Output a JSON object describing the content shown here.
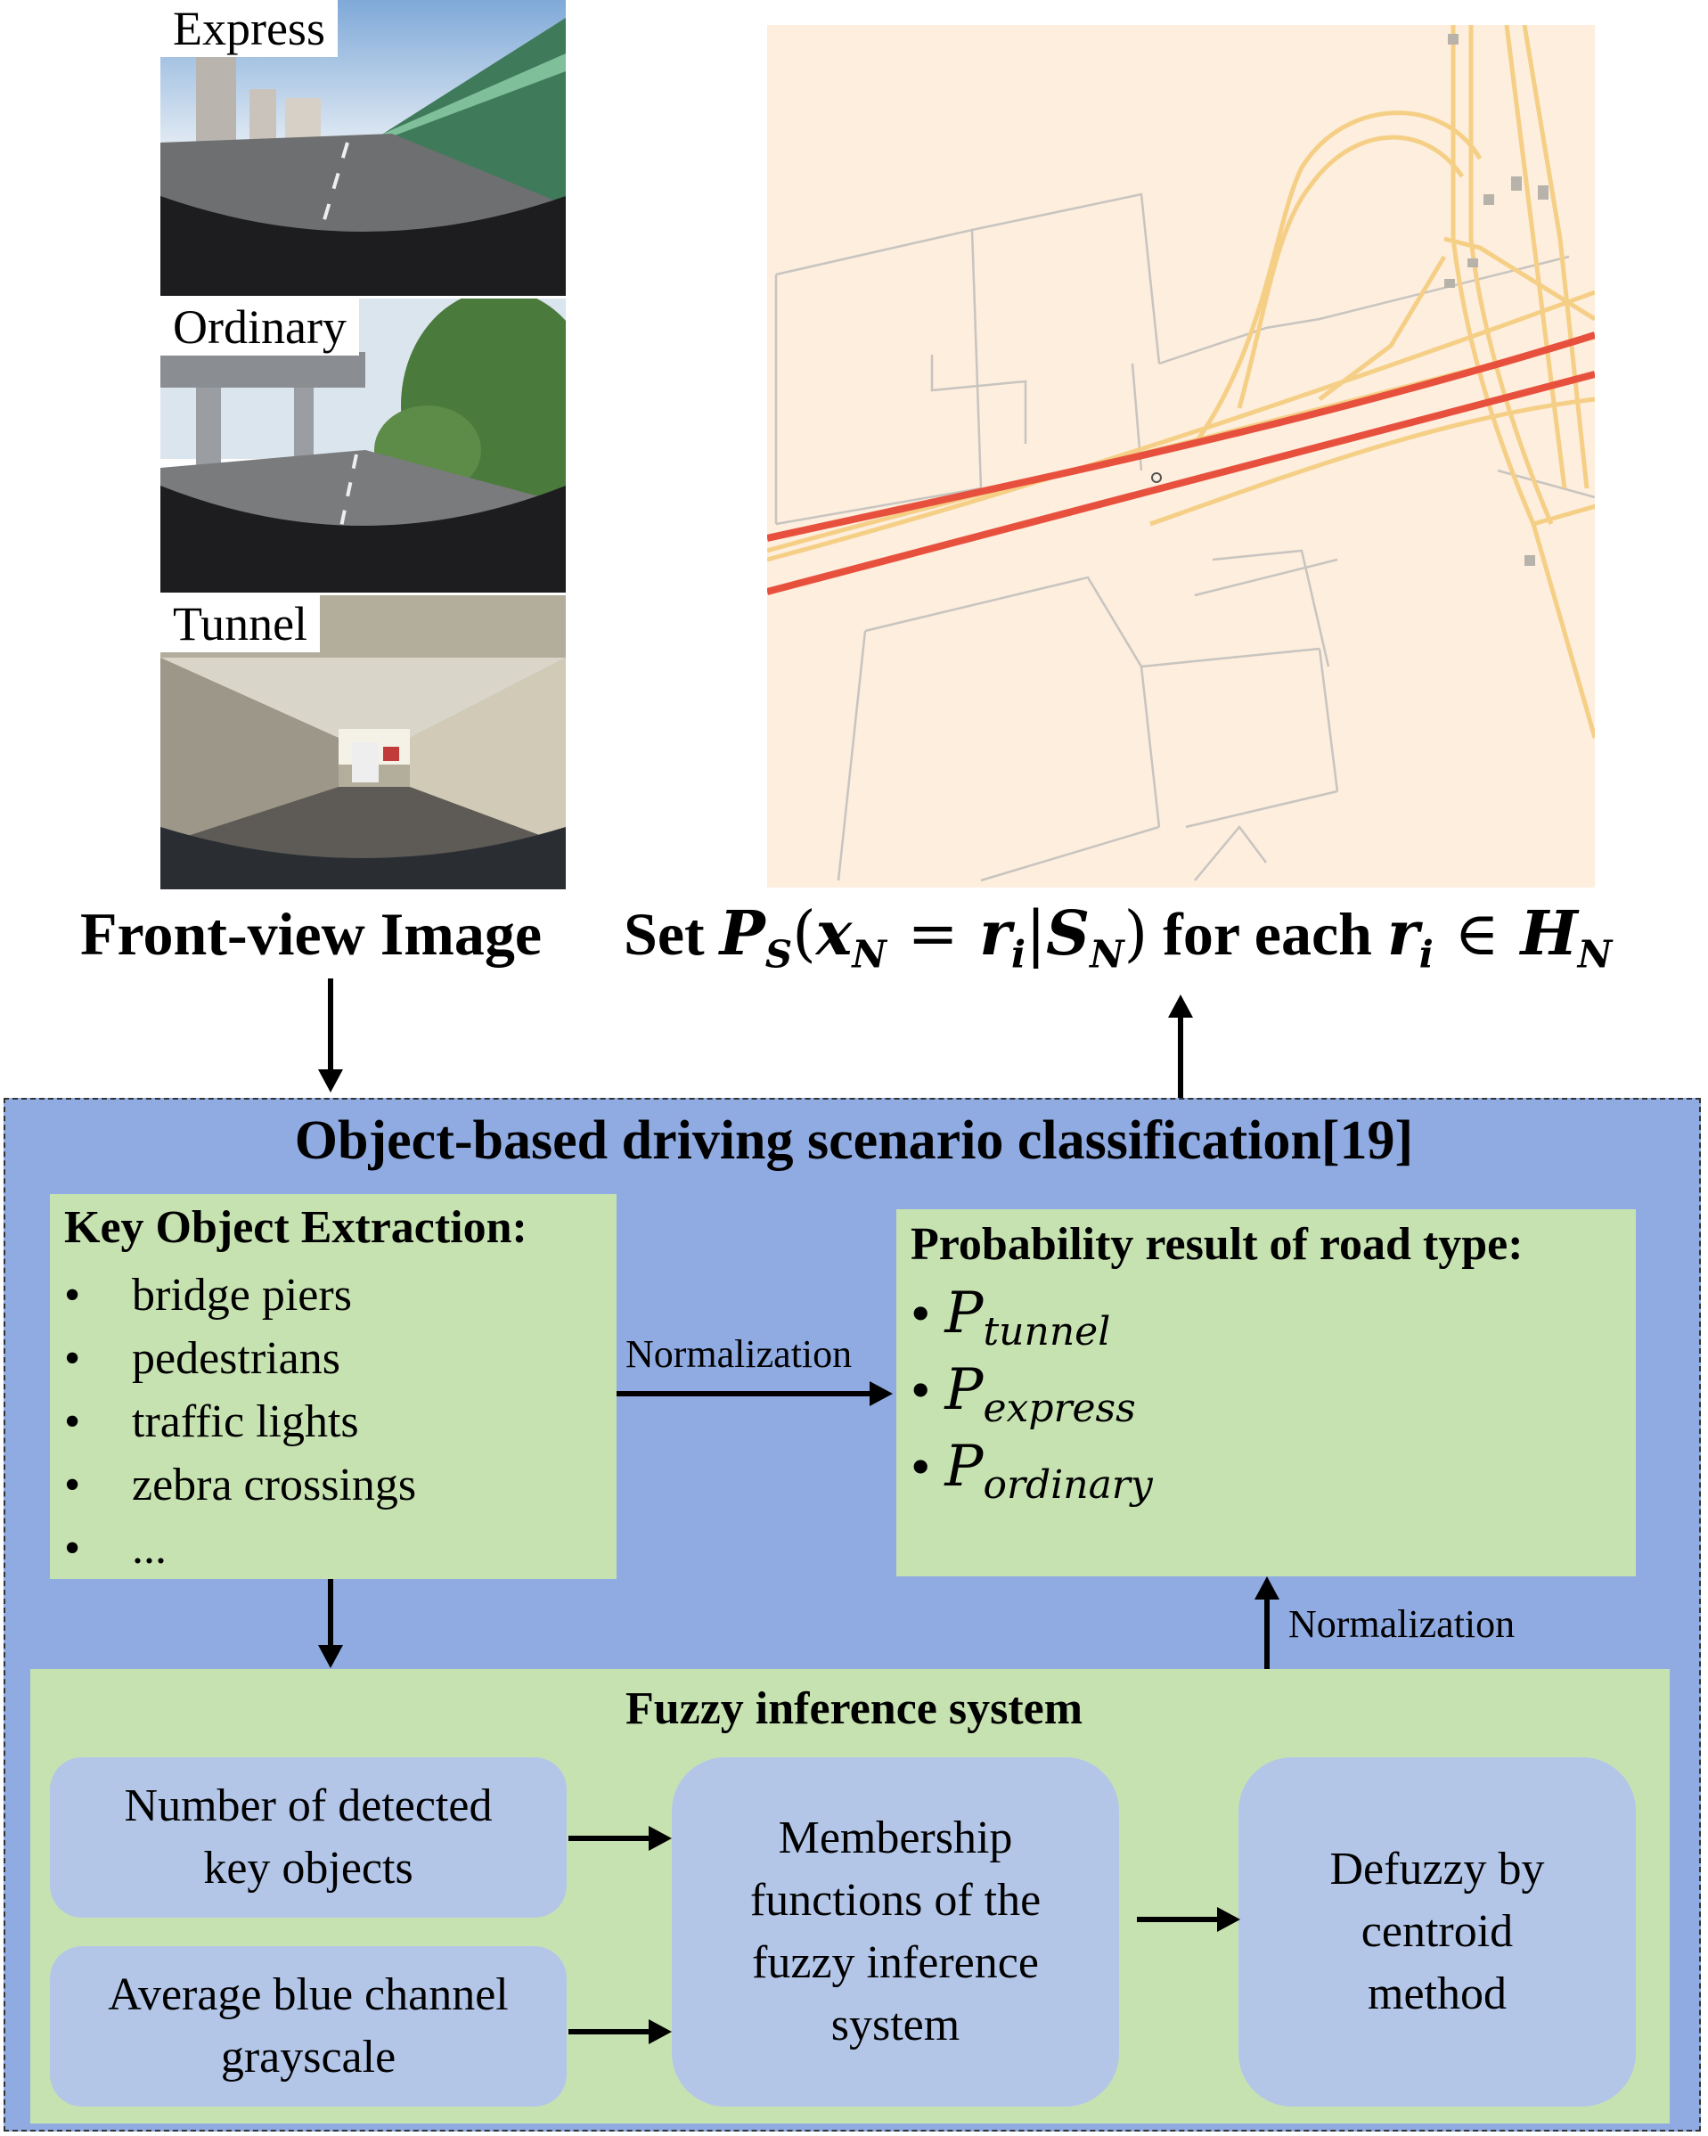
{
  "photos": [
    {
      "label": "Express",
      "scene": "express"
    },
    {
      "label": "Ordinary",
      "scene": "ordinary"
    },
    {
      "label": "Tunnel",
      "scene": "tunnel"
    }
  ],
  "labels": {
    "front_view": "Front-view Image",
    "set_prefix": "Set ",
    "set_suffix": "  for each "
  },
  "panel": {
    "title": "Object-based driving scenario classification[19]",
    "key_title": "Key Object Extraction:",
    "key_objects": [
      "bridge piers",
      "pedestrians",
      "traffic lights",
      "zebra crossings",
      "..."
    ],
    "bullet": "•",
    "normalization_1": "Normalization",
    "normalization_2": "Normalization",
    "prob_title": "Probability result of road type:",
    "prob_items": [
      {
        "p": "P",
        "sub": "tunnel"
      },
      {
        "p": "P",
        "sub": "express"
      },
      {
        "p": "P",
        "sub": "ordinary"
      }
    ],
    "fuzzy_title": "Fuzzy inference system",
    "input_1": "Number of detected\nkey objects",
    "input_2": "Average blue channel\ngrayscale",
    "membership": "Membership\nfunctions of the\nfuzzy inference\nsystem",
    "defuzzy": "Defuzzy by\ncentroid\nmethod"
  },
  "colors": {
    "panel_blue": "#8fabe1",
    "box_green": "#c7e2b1",
    "sub_box_blue": "#b3c6e8",
    "map_bg": "#fdeedd",
    "map_highway": "#e8503e",
    "map_road": "#f5cf86",
    "map_street": "#c8c4c0"
  }
}
